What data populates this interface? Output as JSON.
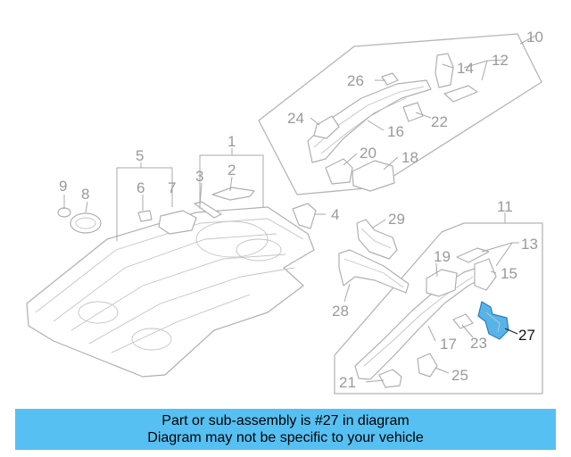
{
  "callouts": {
    "c1": "1",
    "c2": "2",
    "c3": "3",
    "c4": "4",
    "c5": "5",
    "c6": "6",
    "c7": "7",
    "c8": "8",
    "c9": "9",
    "c10": "10",
    "c11": "11",
    "c12": "12",
    "c13": "13",
    "c14": "14",
    "c15": "15",
    "c16": "16",
    "c17": "17",
    "c18": "18",
    "c19": "19",
    "c20": "20",
    "c21": "21",
    "c22": "22",
    "c23": "23",
    "c24": "24",
    "c25": "25",
    "c26": "26",
    "c27": "27",
    "c28": "28",
    "c29": "29"
  },
  "highlighted_part": "27",
  "highlight_color": "#56b4e9",
  "banner": {
    "line1": "Part or sub-assembly is #27 in diagram",
    "line2": "Diagram may not be specific to your vehicle",
    "background": "#56c0f2"
  }
}
